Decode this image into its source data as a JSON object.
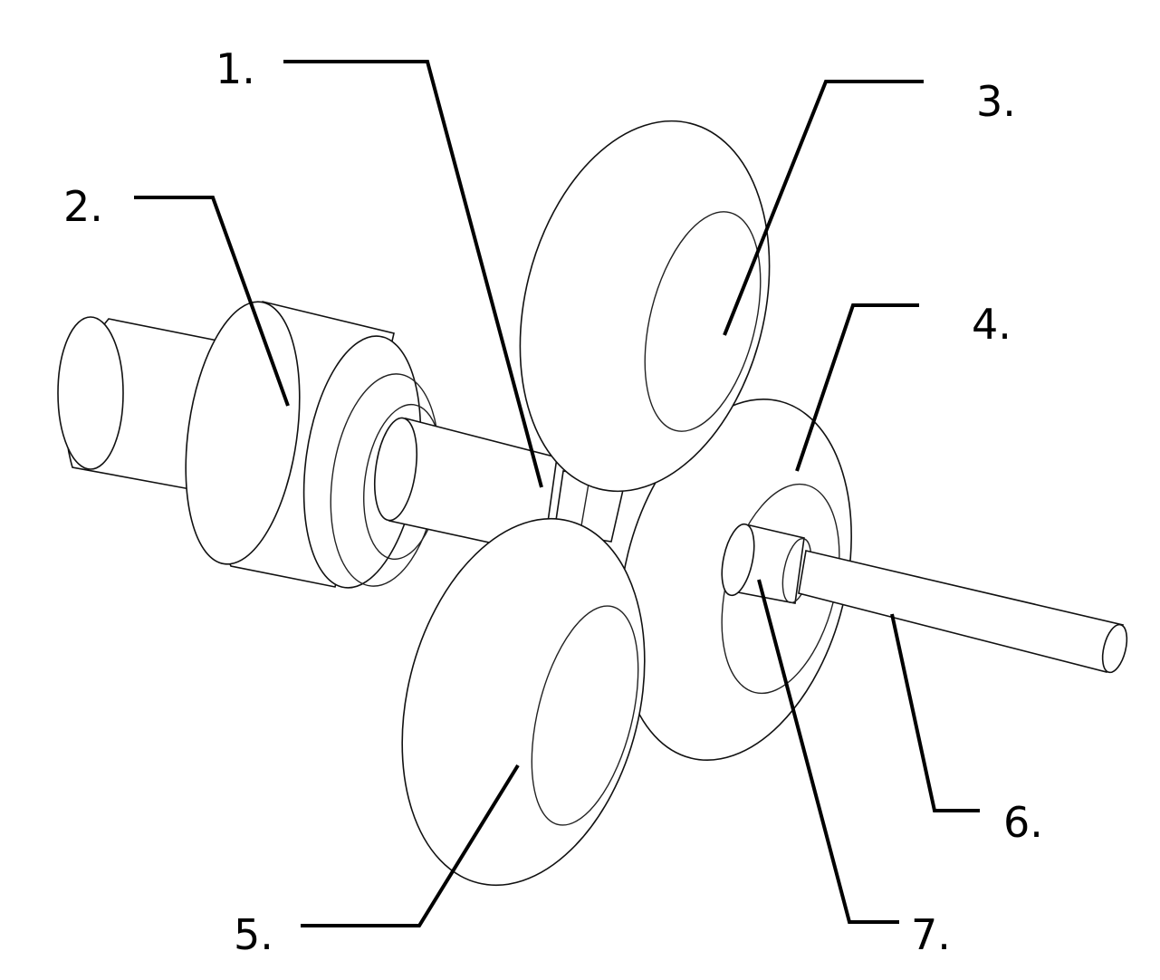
{
  "callouts": {
    "c1": "1.",
    "c2": "2.",
    "c3": "3.",
    "c4": "4.",
    "c5": "5.",
    "c6": "6.",
    "c7": "7."
  }
}
